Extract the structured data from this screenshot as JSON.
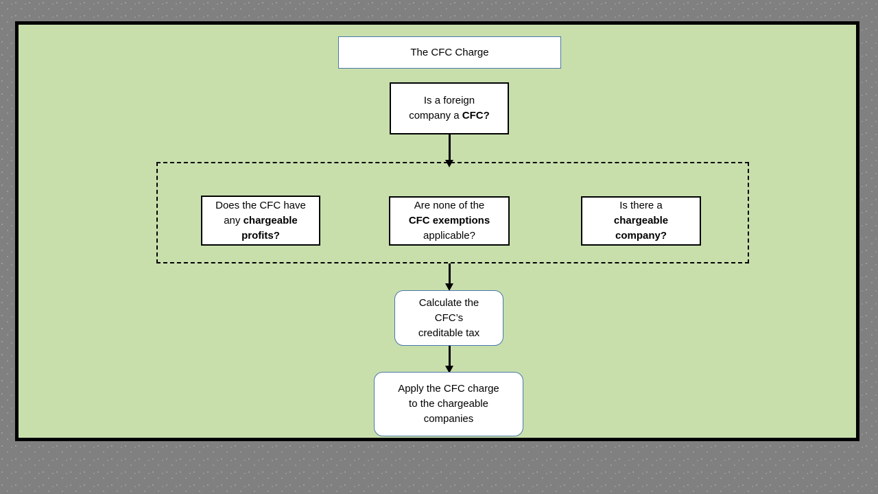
{
  "canvas": {
    "background_color": "#C8DFAC",
    "frame_color": "#000000",
    "outer_background_color": "#808080",
    "accent_border_color": "#4A77A8"
  },
  "diagram": {
    "type": "flowchart",
    "title": "The CFC Charge",
    "nodes": [
      {
        "id": "title",
        "shape": "rectangle",
        "border": "thin-blue",
        "text_plain": "The CFC Charge",
        "text_html": "The CFC Charge"
      },
      {
        "id": "is-cfc",
        "shape": "rectangle",
        "border": "black",
        "text_plain": "Is a foreign company a CFC?",
        "text_html": "Is a foreign\ncompany a <b>CFC?</b>"
      },
      {
        "id": "chargeable-profits",
        "shape": "rectangle",
        "border": "black",
        "text_plain": "Does the CFC have any chargeable profits?",
        "text_html": "Does the CFC have\nany <b>chargeable\nprofits?</b>"
      },
      {
        "id": "cfc-exemptions",
        "shape": "rectangle",
        "border": "black",
        "text_plain": "Are none of the CFC exemptions applicable?",
        "text_html": "Are none of the\n<b>CFC exemptions</b>\napplicable?"
      },
      {
        "id": "chargeable-company",
        "shape": "rectangle",
        "border": "black",
        "text_plain": "Is there a chargeable company?",
        "text_html": "Is there a\n<b>chargeable\ncompany?</b>"
      },
      {
        "id": "creditable-tax",
        "shape": "rounded-rectangle",
        "border": "thin-blue",
        "text_plain": "Calculate the CFC’s creditable tax",
        "text_html": "Calculate the\nCFC’s\ncreditable tax"
      },
      {
        "id": "apply-charge",
        "shape": "rounded-rectangle",
        "border": "thin-blue",
        "text_plain": "Apply the CFC charge to the chargeable companies",
        "text_html": "Apply the CFC charge\nto the chargeable\ncompanies"
      }
    ],
    "group": {
      "id": "exemption-group",
      "style": "dashed",
      "label": "",
      "contains": [
        "chargeable-profits",
        "cfc-exemptions",
        "chargeable-company"
      ]
    },
    "edges": [
      {
        "from": "is-cfc",
        "to": "exemption-group",
        "arrow": "down"
      },
      {
        "from": "exemption-group",
        "to": "creditable-tax",
        "arrow": "down"
      },
      {
        "from": "creditable-tax",
        "to": "apply-charge",
        "arrow": "down"
      }
    ]
  }
}
